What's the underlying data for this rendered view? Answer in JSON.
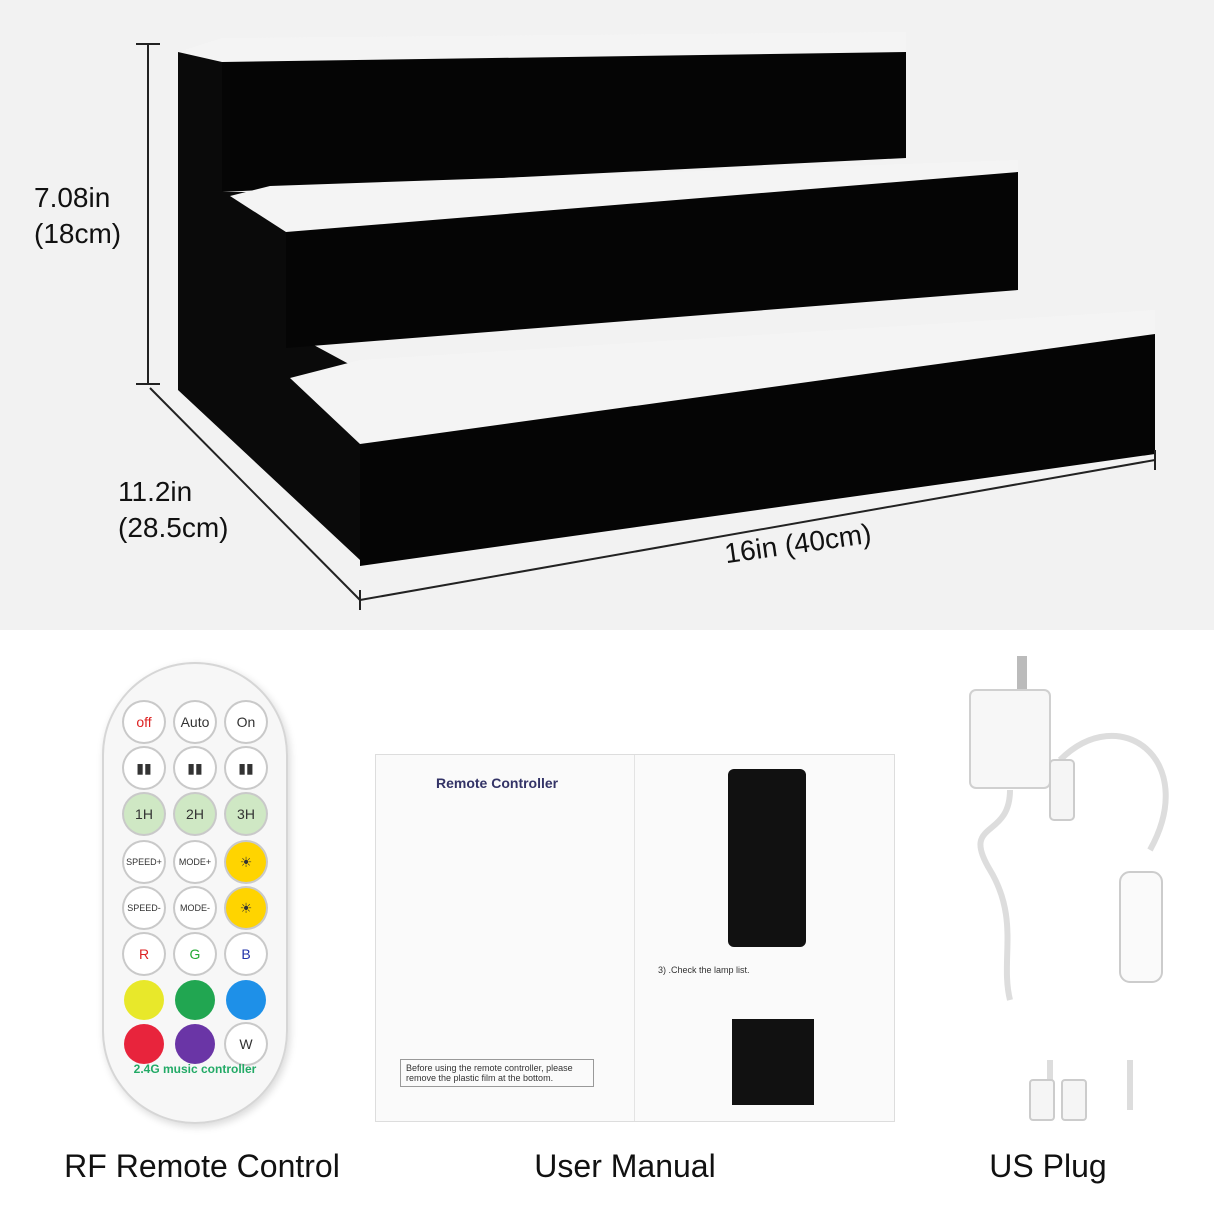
{
  "dimensions": {
    "height_in": "7.08in",
    "height_cm": "(18cm)",
    "depth_in": "11.2in",
    "depth_cm": "(28.5cm)",
    "width_in": "16in",
    "width_cm": "(40cm)"
  },
  "captions": {
    "remote": "RF Remote Control",
    "manual": "User Manual",
    "plug": "US Plug"
  },
  "remote": {
    "buttons": [
      "off",
      "Auto",
      "On",
      "SPEED+",
      "SPEED-",
      "MODE+",
      "MODE-",
      "R",
      "G",
      "B",
      "W"
    ],
    "label": "2.4G music controller"
  },
  "manual": {
    "title": "Remote Controller",
    "note": "Before using the remote controller, please remove the plastic film at the bottom.",
    "step": "3) .Check the lamp list."
  },
  "colors": {
    "step_top": "#f4f4f4",
    "step_front": "#050505",
    "background_top": "#f2f2f2"
  }
}
